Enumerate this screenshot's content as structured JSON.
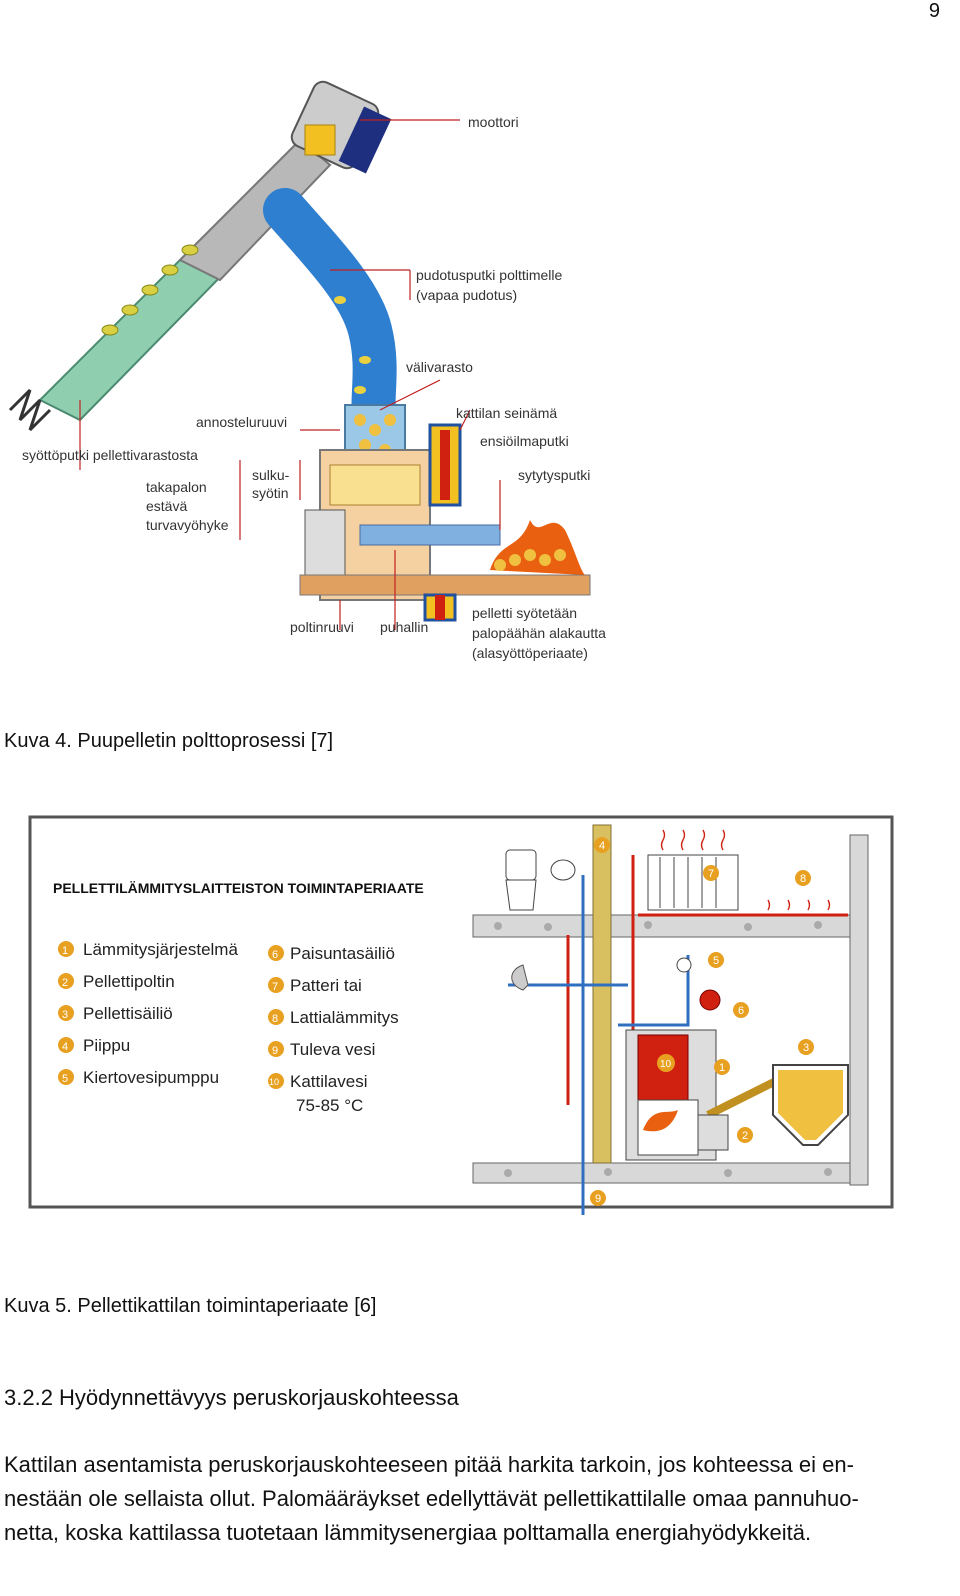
{
  "page_number": "9",
  "figure1": {
    "labels": {
      "moottori": "moottori",
      "pudotusputki": "pudotusputki polttimelle",
      "vapaa_pudotus": "(vapaa pudotus)",
      "valivarasto": "välivarasto",
      "annosteluruuvi": "annosteluruuvi",
      "kattilan_seinama": "kattilan seinämä",
      "ensioilmaputki": "ensiöilmaputki",
      "syottoputki": "syöttöputki pellettivarastosta",
      "sulku1": "sulku-",
      "sulku2": "syötin",
      "sytytysputki": "sytytysputki",
      "takapalon1": "takapalon",
      "takapalon2": "estävä",
      "takapalon3": "turvavyöhyke",
      "poltinruuvi": "poltinruuvi",
      "puhallin": "puhallin",
      "pelletti1": "pelletti syötetään",
      "pelletti2": "palopäähän alakautta",
      "pelletti3": "(alasyöttöperiaate)"
    },
    "caption": "Kuva 4.   Puupelletin polttoprosessi [7]"
  },
  "figure2": {
    "title": "PELLETTILÄMMITYSLAITTEISTON TOIMINTAPERIAATE",
    "legend": [
      {
        "num": "1",
        "label": "Lämmitysjärjestelmä"
      },
      {
        "num": "2",
        "label": "Pellettipoltin"
      },
      {
        "num": "3",
        "label": "Pellettisäiliö"
      },
      {
        "num": "4",
        "label": "Piippu"
      },
      {
        "num": "5",
        "label": "Kiertovesipumppu"
      },
      {
        "num": "6",
        "label": "Paisuntasäiliö"
      },
      {
        "num": "7",
        "label": "Patteri tai"
      },
      {
        "num": "8",
        "label": "Lattialämmitys"
      },
      {
        "num": "9",
        "label": "Tuleva vesi"
      },
      {
        "num": "10",
        "label": "Kattilavesi"
      }
    ],
    "legend_extra": "75-85 °C",
    "caption": "Kuva 5.   Pellettikattilan toimintaperiaate [6]"
  },
  "section_heading": "3.2.2   Hyödynnettävyys peruskorjauskohteessa",
  "paragraph_lines": [
    "Kattilan asentamista peruskorjauskohteeseen pitää harkita tarkoin, jos kohteessa ei en-",
    "nestään ole sellaista ollut. Palomääräykset edellyttävät pellettikattilalle omaa pannuhuo-",
    "netta, koska kattilassa tuotetaan lämmitysenergiaa polttamalla energiahyödykkeitä."
  ],
  "colors": {
    "pipe_green": "#8fcfb0",
    "hose_blue": "#2f7fd0",
    "boiler_red": "#d02010",
    "pellet_yellow": "#f0c040",
    "number_badge": "#e8a020"
  }
}
